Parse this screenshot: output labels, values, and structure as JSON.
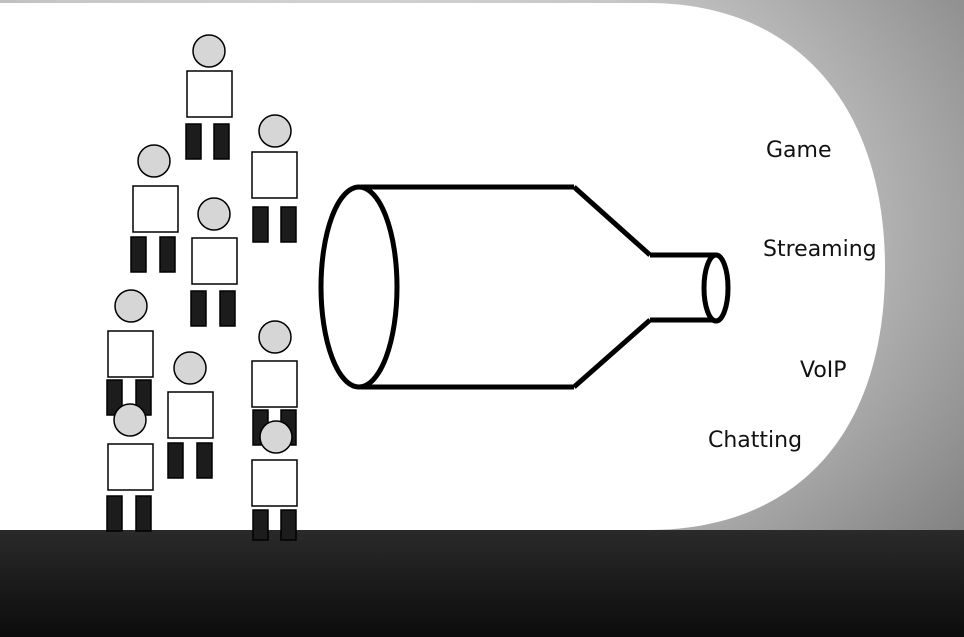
{
  "diagram": {
    "labels": [
      "Game",
      "Streaming",
      "VoIP",
      "Chatting"
    ],
    "people_count": 9,
    "colors": {
      "background_gray": "#9a9a9a",
      "bubble": "#ffffff",
      "ground": "#1a1a1a",
      "head": "#d6d6d6",
      "legs": "#1c1c1c",
      "outline": "#000000"
    }
  }
}
